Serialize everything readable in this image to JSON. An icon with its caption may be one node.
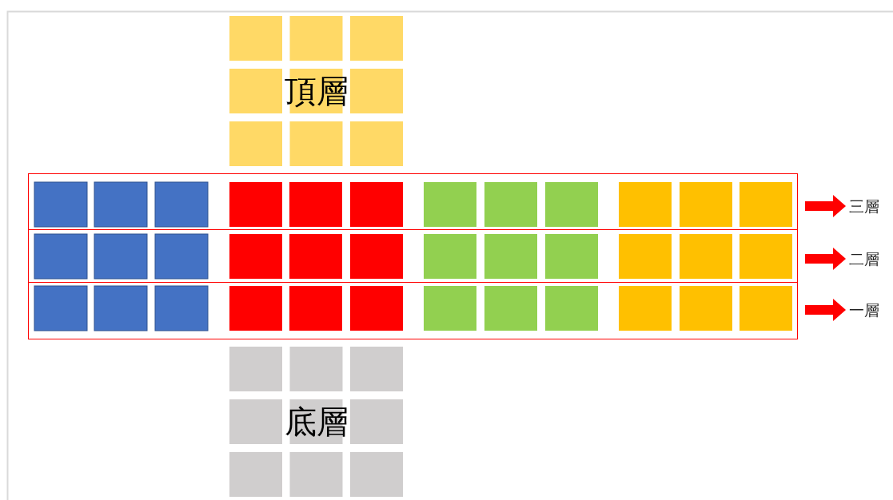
{
  "diagram": {
    "nodes": [
      {
        "text": [
          "頂層"
        ]
      },
      {
        "text": [],
        "shape": "box"
      },
      {
        "text": [
          "三層"
        ]
      },
      {
        "text": [],
        "shape": "box"
      },
      {
        "text": [
          "二層"
        ]
      },
      {
        "text": [],
        "shape": "box"
      },
      {
        "text": [
          "一層"
        ]
      },
      {
        "text": [
          "底層"
        ]
      }
    ],
    "edges": [
      {
        "from": 1,
        "to": 2,
        "arrow": "to"
      },
      {
        "from": 3,
        "to": 4,
        "arrow": "to"
      },
      {
        "from": 5,
        "to": 6,
        "arrow": "to"
      }
    ]
  }
}
